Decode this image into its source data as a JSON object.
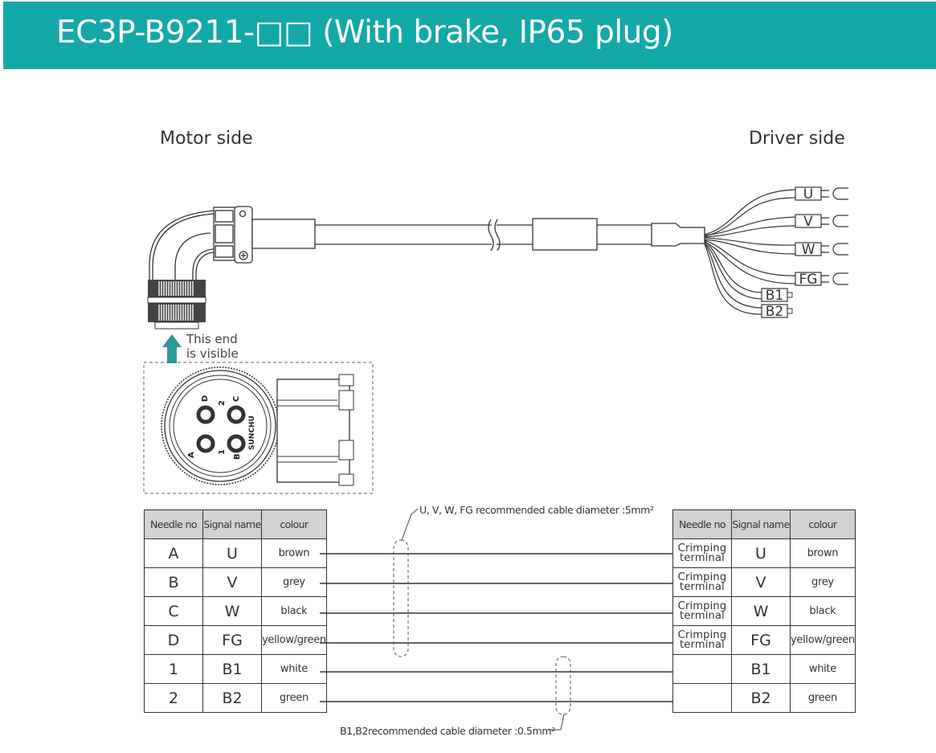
{
  "header": {
    "title": "EC3P-B9211-□□  (With brake, IP65 plug)",
    "background_color": "#13a8a8"
  },
  "labels": {
    "motor_side": "Motor side",
    "driver_side": "Driver side",
    "visible_note_line1": "This end",
    "visible_note_line2": "is visible"
  },
  "connector_face": {
    "pins": [
      "A",
      "B",
      "C",
      "D",
      "1",
      "2"
    ],
    "brand_text": "SUNCHU"
  },
  "driver_terminals": [
    "U",
    "V",
    "W",
    "FG",
    "B1",
    "B2"
  ],
  "notes": {
    "power_cable": "U, V, W, FG recommended cable diameter :5mm²",
    "brake_cable": "B1,B2recommended cable diameter :0.5mm²"
  },
  "table_headers": {
    "needle": "Needle no",
    "signal": "Signal name",
    "colour": "colour"
  },
  "motor_table": {
    "rows": [
      {
        "needle": "A",
        "signal": "U",
        "colour": "brown"
      },
      {
        "needle": "B",
        "signal": "V",
        "colour": "grey"
      },
      {
        "needle": "C",
        "signal": "W",
        "colour": "black"
      },
      {
        "needle": "D",
        "signal": "FG",
        "colour": "yellow/green"
      },
      {
        "needle": "1",
        "signal": "B1",
        "colour": "white"
      },
      {
        "needle": "2",
        "signal": "B2",
        "colour": "green"
      }
    ]
  },
  "driver_table": {
    "rows": [
      {
        "needle_line1": "Crimping",
        "needle_line2": "terminal",
        "signal": "U",
        "colour": "brown"
      },
      {
        "needle_line1": "Crimping",
        "needle_line2": "terminal",
        "signal": "V",
        "colour": "grey"
      },
      {
        "needle_line1": "Crimping",
        "needle_line2": "terminal",
        "signal": "W",
        "colour": "black"
      },
      {
        "needle_line1": "Crimping",
        "needle_line2": "terminal",
        "signal": "FG",
        "colour": "yellow/green"
      },
      {
        "needle_line1": "",
        "needle_line2": "",
        "signal": "B1",
        "colour": "white"
      },
      {
        "needle_line1": "",
        "needle_line2": "",
        "signal": "B2",
        "colour": "green"
      }
    ]
  }
}
